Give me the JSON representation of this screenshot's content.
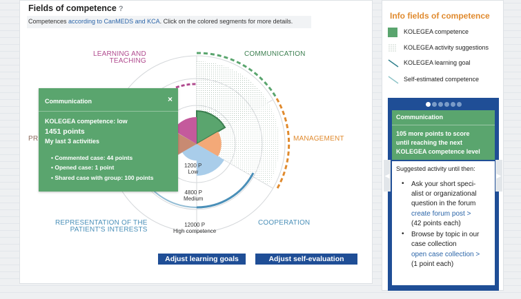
{
  "main": {
    "title": "Fields of competence",
    "help": "?",
    "subtitle_prefix": "Competences ",
    "subtitle_link": "according to CanMEDS and KCA",
    "subtitle_suffix": ". Click on the colored segments for more details.",
    "categories": {
      "learning_line1": "LEARNING AND",
      "learning_line2": "TEACHING",
      "communication": "COMMUNICATION",
      "management": "MANAGEMENT",
      "professionalism_partial": "PR",
      "representation_line1": "REPRESENTATION OF THE",
      "representation_line2": "PATIENT'S INTERESTS",
      "cooperation": "COOPERATION"
    },
    "levels": {
      "low_points": "1200 P",
      "low_label": "Low",
      "medium_points": "4800 P",
      "medium_label": "Medium",
      "high_points": "12000 P",
      "high_label": "High competence"
    },
    "buttons": {
      "adjust_goals": "Adjust learning goals",
      "adjust_self": "Adjust self-evaluation"
    }
  },
  "tooltip": {
    "title": "Communication",
    "close": "×",
    "competence": "KOLEGEA competence: low",
    "points": "1451 points",
    "last_activities": "My last 3 activities",
    "activities": [
      "• Commented case: 44 points",
      "• Opened case: 1 point",
      "• Shared case with group: 100 points"
    ]
  },
  "side": {
    "title": "Info fields of competence",
    "legend": [
      {
        "label": "KOLEGEA competence",
        "icon": "solid-green-square-icon"
      },
      {
        "label": "KOLEGEA activity suggestions",
        "icon": "dotted-square-icon"
      },
      {
        "label": "KOLEGEA learning goal",
        "icon": "teal-line-icon"
      },
      {
        "label": "Self-estimated competence",
        "icon": "light-teal-line-icon"
      }
    ],
    "carousel": {
      "title": "Communication",
      "body": [
        "105 more points to score",
        "until reaching the next",
        "KOLEGEA competence level"
      ],
      "suggested": "Suggested activity until then:",
      "items": [
        {
          "lines": [
            "Ask your short speci-",
            "alist or organizational",
            "question in the forum"
          ],
          "link": "create forum post >",
          "note": "(42 points each)"
        },
        {
          "lines": [
            "Browse by topic in our",
            "case collection"
          ],
          "link": "open case collection >",
          "note": "(1 point each)"
        }
      ],
      "dots": 6,
      "active_dot": 1
    }
  },
  "colors": {
    "green": "#5aa56e",
    "blue": "#1f4e96",
    "orange": "#e08a2e",
    "pink": "#b04a8e",
    "teal": "#4a8fb8"
  }
}
